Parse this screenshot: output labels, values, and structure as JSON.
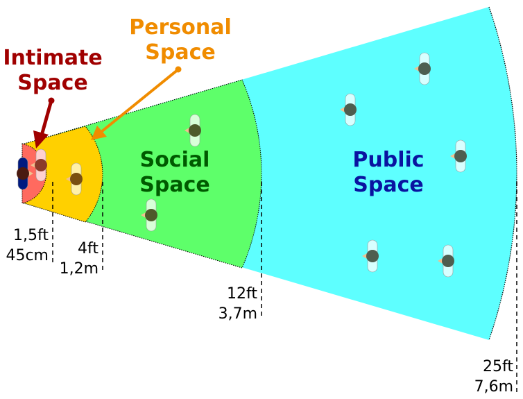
{
  "zones": {
    "intimate": {
      "label_line1": "Intimate",
      "label_line2": "Space",
      "color": "#ff6a5f",
      "label_color": "#a00000"
    },
    "personal": {
      "label_line1": "Personal",
      "label_line2": "Space",
      "color": "#ffd000",
      "label_color": "#f08c00"
    },
    "social": {
      "label_line1": "Social",
      "label_line2": "Space",
      "color": "#5eff6a",
      "label_color": "#005a00"
    },
    "public": {
      "label_line1": "Public",
      "label_line2": "Space",
      "color": "#5effff",
      "label_color": "#0a14a0"
    }
  },
  "distances": [
    {
      "ft": "1,5ft",
      "metric": "45cm"
    },
    {
      "ft": "4ft",
      "metric": "1,2m"
    },
    {
      "ft": "12ft",
      "metric": "3,7m"
    },
    {
      "ft": "25ft",
      "metric": "7,6m"
    }
  ]
}
